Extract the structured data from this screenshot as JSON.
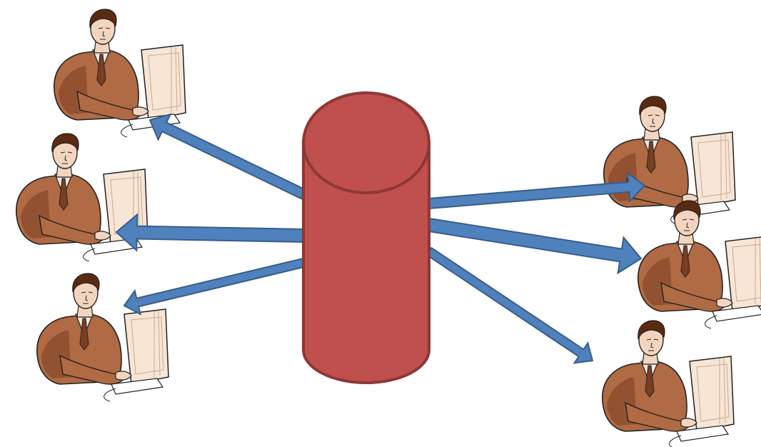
{
  "diagram": {
    "hub": {
      "icon": "database-cylinder-icon",
      "fill": "#C0504D",
      "stroke": "#8C3836"
    },
    "arrow": {
      "fill": "#4F81BD",
      "stroke": "#385D8A"
    },
    "user_icon": "person-at-computer-icon",
    "colors": {
      "skin": "#F3D5BF",
      "suit": "#B06A44",
      "suit_dark": "#7A3E22",
      "hair": "#5A2A12",
      "monitor": "#F7E6D6",
      "line": "#222222"
    },
    "clients": [
      {
        "id": "client-top-left",
        "side": "left",
        "arrow_direction": "to-client"
      },
      {
        "id": "client-middle-left",
        "side": "left",
        "arrow_direction": "to-client"
      },
      {
        "id": "client-bottom-left",
        "side": "left",
        "arrow_direction": "to-client"
      },
      {
        "id": "client-top-right",
        "side": "right",
        "arrow_direction": "to-client"
      },
      {
        "id": "client-middle-right",
        "side": "right",
        "arrow_direction": "to-client"
      },
      {
        "id": "client-bottom-right",
        "side": "right",
        "arrow_direction": "to-client"
      }
    ]
  }
}
